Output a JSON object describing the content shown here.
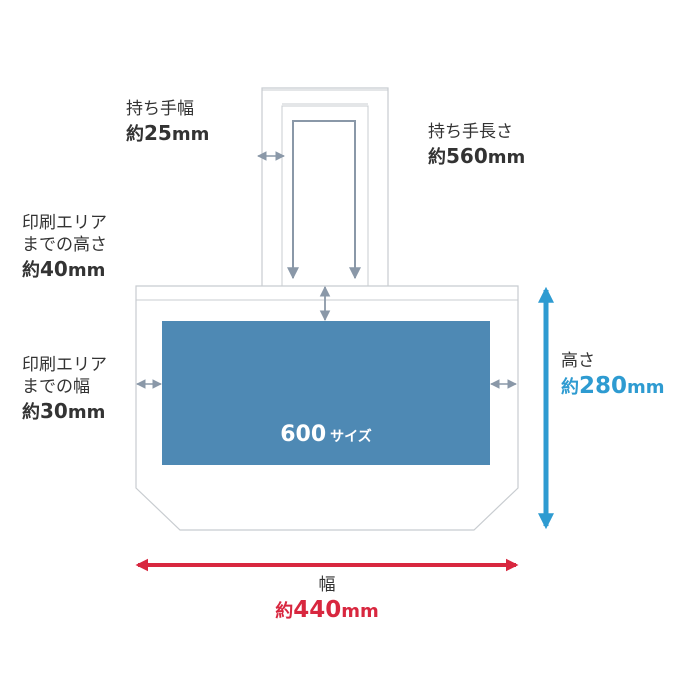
{
  "colors": {
    "outline": "#c8ccd0",
    "dim_arrow": "#8a98a8",
    "print_area": "#4e89b4",
    "height_arrow": "#2e9bd1",
    "width_arrow": "#d8273f",
    "text": "#333333"
  },
  "labels": {
    "handle_width": {
      "line1": "持ち手幅",
      "prefix": "約",
      "number": "25",
      "unit": "mm"
    },
    "handle_length": {
      "line1": "持ち手長さ",
      "prefix": "約",
      "number": "560",
      "unit": "mm"
    },
    "print_top": {
      "line1": "印刷エリア",
      "line2": "までの高さ",
      "prefix": "約",
      "number": "40",
      "unit": "mm"
    },
    "print_side": {
      "line1": "印刷エリア",
      "line2": "までの幅",
      "prefix": "約",
      "number": "30",
      "unit": "mm"
    },
    "height": {
      "line1": "高さ",
      "prefix": "約",
      "number": "280",
      "unit": "mm"
    },
    "width": {
      "line1": "幅",
      "prefix": "約",
      "number": "440",
      "unit": "mm"
    },
    "print_area": {
      "number": "600",
      "suffix": "サイズ"
    }
  }
}
